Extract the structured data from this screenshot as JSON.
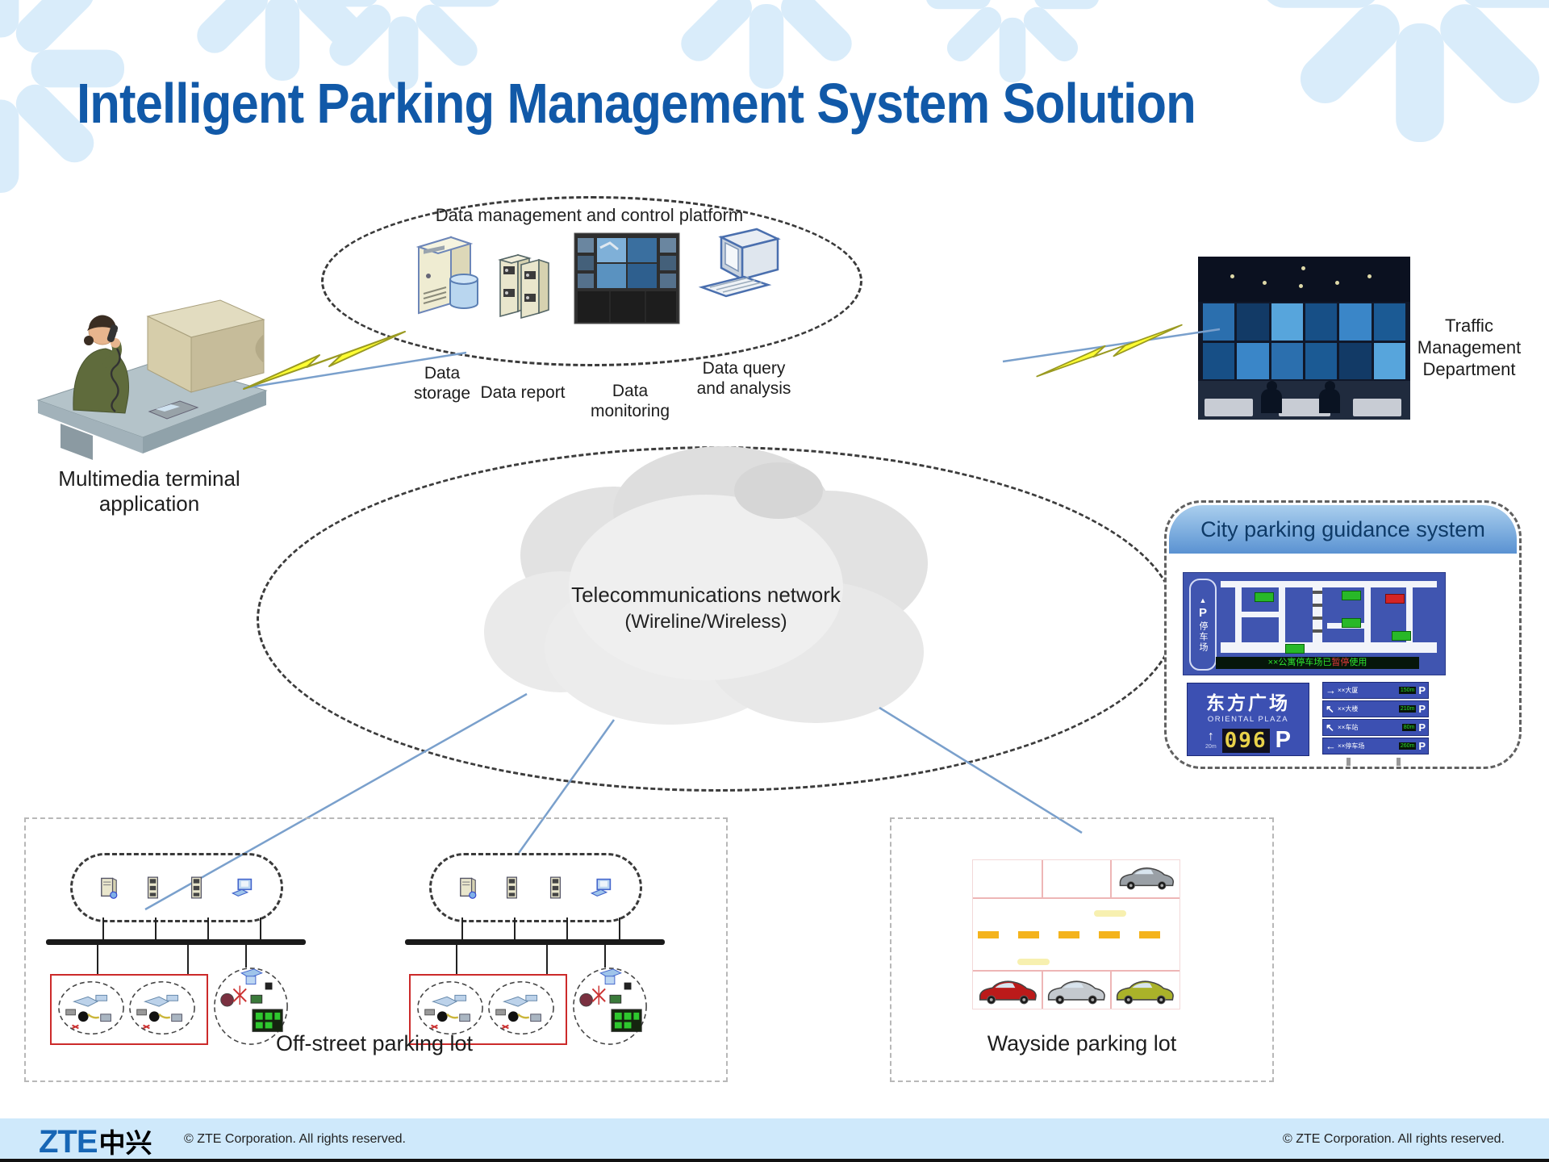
{
  "slide": {
    "title": "Intelligent Parking Management System Solution"
  },
  "platform": {
    "label": "Data management and control platform",
    "items": [
      {
        "label": "Data storage",
        "icon": "server-database-icon"
      },
      {
        "label": "Data report",
        "icon": "rack-servers-icon"
      },
      {
        "label": "Data monitoring",
        "icon": "video-wall-icon"
      },
      {
        "label": "Data query and analysis",
        "icon": "desktop-computer-icon"
      }
    ]
  },
  "nodes": {
    "multimedia_terminal": {
      "label": "Multimedia terminal application"
    },
    "traffic_department": {
      "label": "Traffic Management Department"
    },
    "cloud": {
      "line1": "Telecommunications network",
      "line2": "(Wireline/Wireless)"
    },
    "offstreet": {
      "label": "Off-street parking lot"
    },
    "wayside": {
      "label": "Wayside parking lot"
    }
  },
  "guidance": {
    "title": "City parking guidance system",
    "map_sign": {
      "arrow": "▲",
      "p": "P",
      "vertical_text": "停车场",
      "led_green_left": "××公寓停车场已",
      "led_red": "暂停",
      "led_green_right": "使用"
    },
    "plaza_sign": {
      "name_cn": "东方广场",
      "name_en": "ORIENTAL PLAZA",
      "arrow": "↑",
      "distance": "20m",
      "count": "096",
      "p": "P"
    },
    "direction_rows": [
      {
        "arrow": "→",
        "text": "××大厦",
        "led": "150m",
        "p": "P"
      },
      {
        "arrow": "↖",
        "text": "××大楼",
        "led": "210m",
        "p": "P"
      },
      {
        "arrow": "↖",
        "text": "××车站",
        "led": "80m",
        "p": "P"
      },
      {
        "arrow": "←",
        "text": "××停车场",
        "led": "260m",
        "p": "P"
      }
    ]
  },
  "footer": {
    "logo_zte": "ZTE",
    "logo_cn": "中兴",
    "copyright": "© ZTE Corporation. All rights reserved."
  },
  "colors": {
    "title_blue": "#1159a8",
    "footer_bg": "#cfe9fb",
    "sign_blue": "#3c50b2",
    "map_blue": "#4055b0",
    "led_green": "#2ee42e",
    "led_yellow": "#e8d24a",
    "lightning_yellow": "#ffff33",
    "connector_blue": "#7aa0cc",
    "snowflake_blue": "#d9ecfa"
  }
}
